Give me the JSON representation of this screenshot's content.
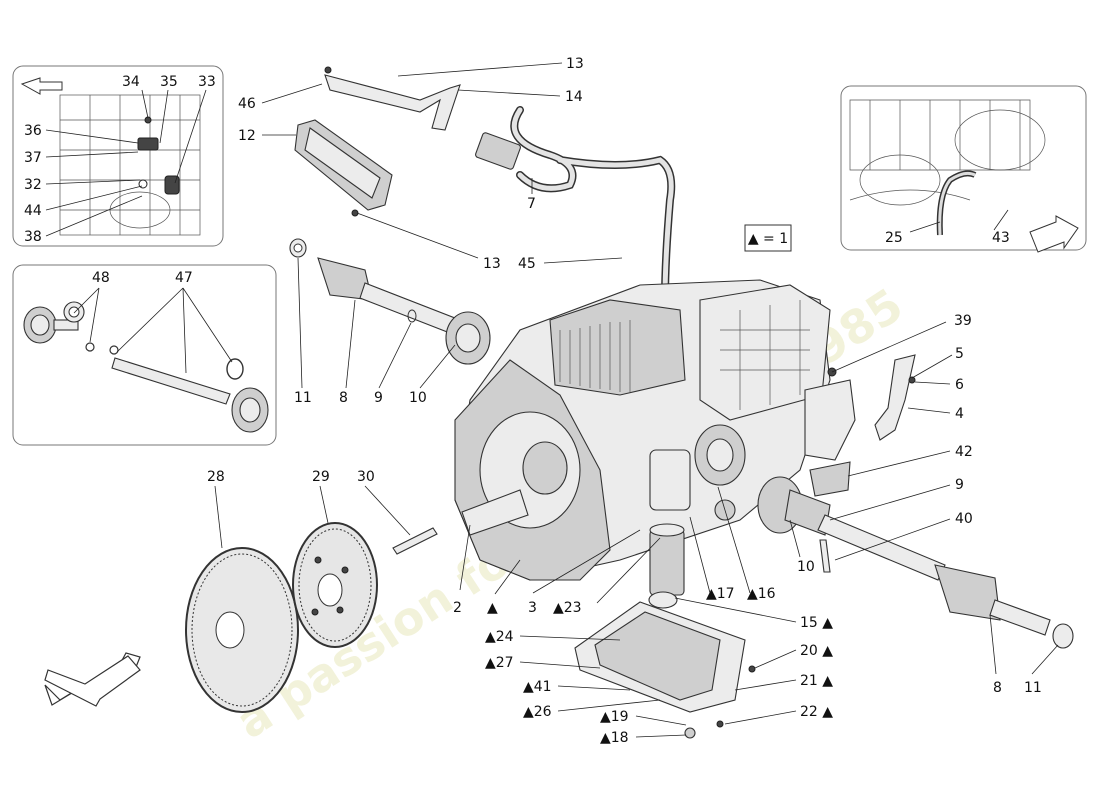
{
  "watermark": {
    "line1": "a passion for parts since 1985"
  },
  "legend": {
    "text": "▲ = 1"
  },
  "callouts": {
    "c1": "13",
    "c2": "14",
    "c3": "46",
    "c4": "12",
    "c5": "7",
    "c6": "13",
    "c7": "45",
    "c8": "11",
    "c9": "8",
    "c10": "9",
    "c11": "10",
    "c12": "48",
    "c13": "47",
    "c14": "34",
    "c15": "35",
    "c16": "33",
    "c17": "36",
    "c18": "37",
    "c19": "32",
    "c20": "44",
    "c21": "38",
    "c22": "25",
    "c23": "43",
    "c24": "39",
    "c25": "5",
    "c26": "6",
    "c27": "4",
    "c28": "42",
    "c29": "9",
    "c30": "40",
    "c31": "10",
    "c32": "8",
    "c33": "11",
    "c34": "28",
    "c35": "29",
    "c36": "30",
    "c37": "2",
    "c38": "▲",
    "c39": "3",
    "c40": "▲23",
    "c41": "▲17",
    "c42": "▲16",
    "c43": "15 ▲",
    "c44": "▲24",
    "c45": "▲27",
    "c46": "▲41",
    "c47": "▲26",
    "c48": "▲19",
    "c49": "▲18",
    "c50": "20 ▲",
    "c51": "21 ▲",
    "c52": "22 ▲"
  }
}
